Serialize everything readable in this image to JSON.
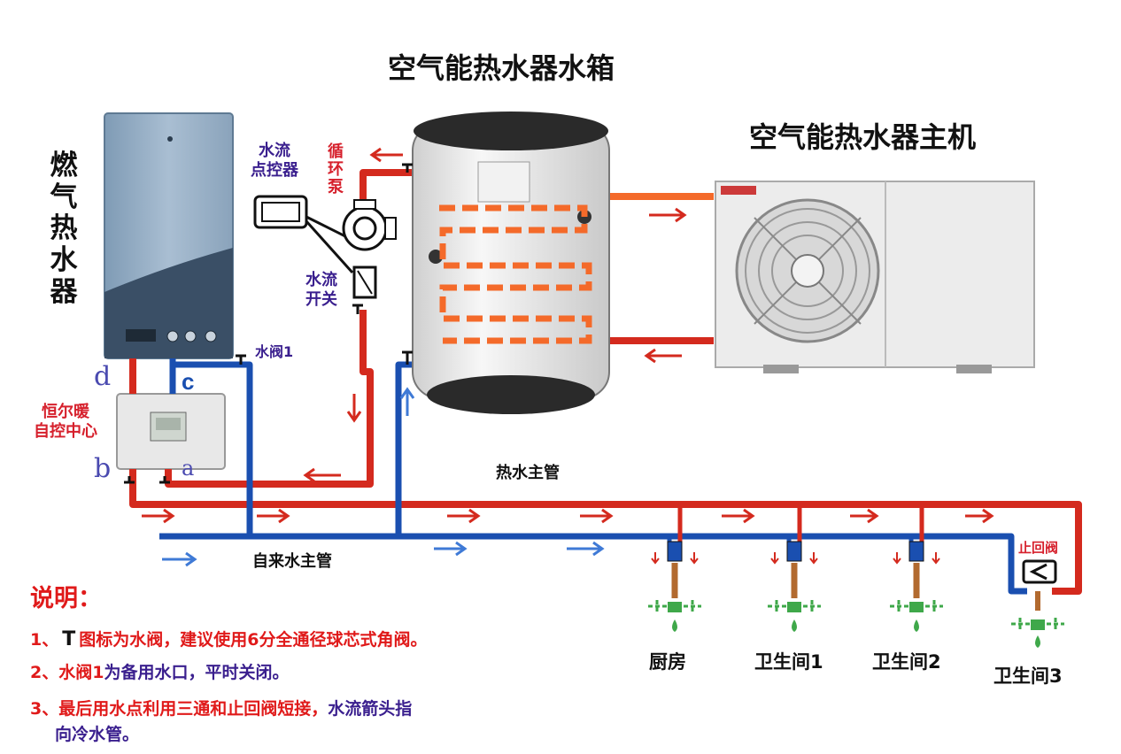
{
  "titles": {
    "tank": "空气能热水器水箱",
    "main_unit": "空气能热水器主机",
    "gas_heater": "燃\n气\n热\n水\n器"
  },
  "labels": {
    "flow_controller": "水流\n点控器",
    "circulation_pump": "循\n环\n泵",
    "flow_switch": "水流\n开关",
    "water_valve_1": "水阀1",
    "control_center": "恒尔暖\n自控中心",
    "hot_main": "热水主管",
    "cold_main": "自来水主管",
    "check_valve": "止回阀",
    "port_a": "a",
    "port_b": "b",
    "port_c": "c",
    "port_d": "d"
  },
  "fixtures": [
    "厨房",
    "卫生间1",
    "卫生间2",
    "卫生间3"
  ],
  "notes": {
    "heading": "说明：",
    "n1_prefix": "1、",
    "n1_icon": "T",
    "n1_text": "图标为水阀，建议使用6分全通径球芯式角阀。",
    "n2_prefix": "2、",
    "n2_red": "水阀1",
    "n2_text": "为备用水口，平时关闭。",
    "n3_red": "3、最后用水点利用三通和止回阀短接，",
    "n3_purple": "水流箭头指",
    "n3_line2": "向冷水管。"
  },
  "colors": {
    "hot_pipe": "#d42a1e",
    "cold_pipe": "#1a4fb0",
    "coil": "#f46a2a",
    "heater_body": "#8da7bf",
    "tank_body": "#e9e9e9",
    "note_red": "#e01a1a",
    "note_purple": "#3a1f8e",
    "faucet_green": "#3fa84a"
  }
}
